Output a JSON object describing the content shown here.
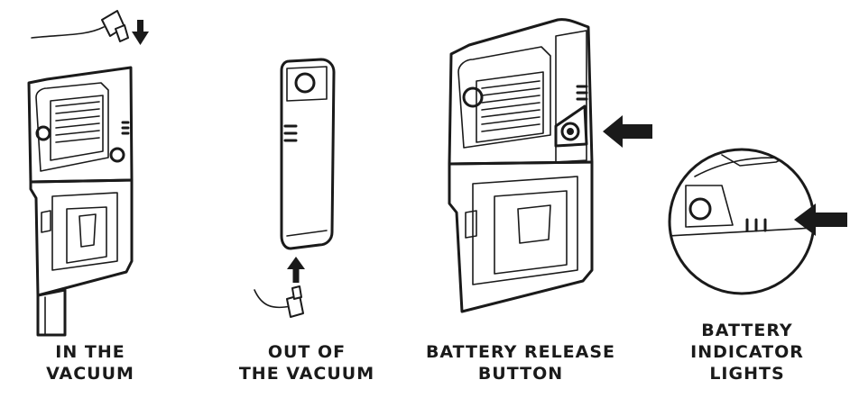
{
  "panels": [
    {
      "lines": [
        "IN THE",
        "VACUUM"
      ]
    },
    {
      "lines": [
        "OUT OF",
        "THE VACUUM"
      ]
    },
    {
      "lines": [
        "BATTERY RELEASE",
        "BUTTON"
      ]
    },
    {
      "lines": [
        "BATTERY",
        "INDICATOR",
        "LIGHTS"
      ]
    }
  ],
  "colors": {
    "ink": "#1a1a1a",
    "background": "#ffffff"
  }
}
